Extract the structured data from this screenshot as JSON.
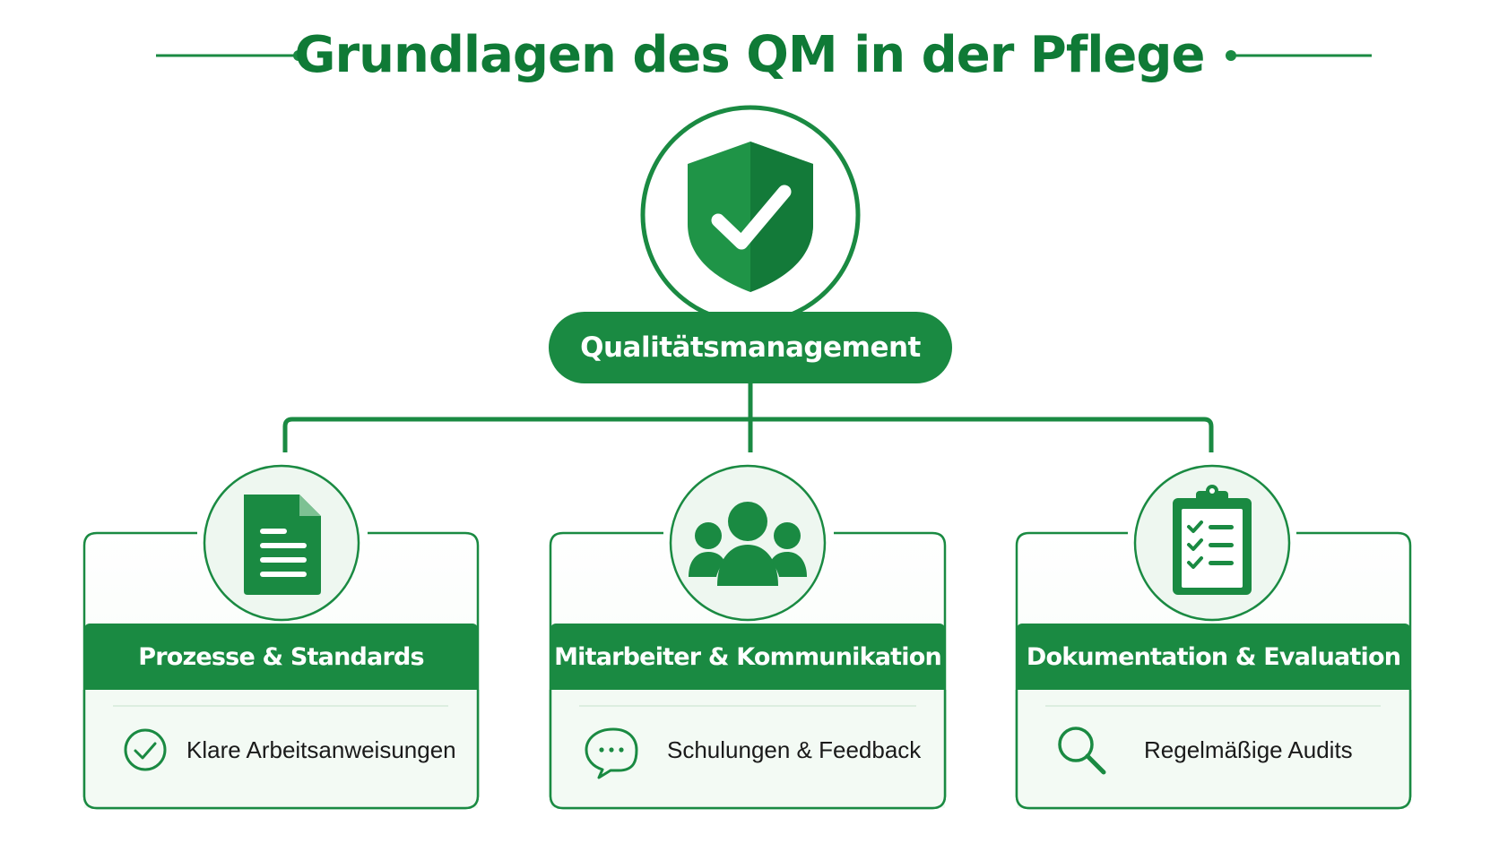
{
  "title": "Grundlagen des QM in der Pflege",
  "center": {
    "label": "Qualitätsmanagement",
    "icon": "shield-check-icon"
  },
  "pillars": [
    {
      "heading": "Prozesse & Standards",
      "icon": "document-icon",
      "item_icon": "check-circle-icon",
      "item_text": "Klare Arbeitsanweisungen"
    },
    {
      "heading": "Mitarbeiter & Kommunikation",
      "icon": "team-icon",
      "item_icon": "chat-bubble-icon",
      "item_text": "Schulungen & Feedback"
    },
    {
      "heading": "Dokumentation & Evaluation",
      "icon": "clipboard-checklist-icon",
      "item_icon": "magnifier-icon",
      "item_text": "Regelmäßige Audits"
    }
  ],
  "colors": {
    "primary": "#1a8a42",
    "dark": "#0f7a36",
    "light_fill": "#eef7f0",
    "text": "#1a1a1a"
  }
}
